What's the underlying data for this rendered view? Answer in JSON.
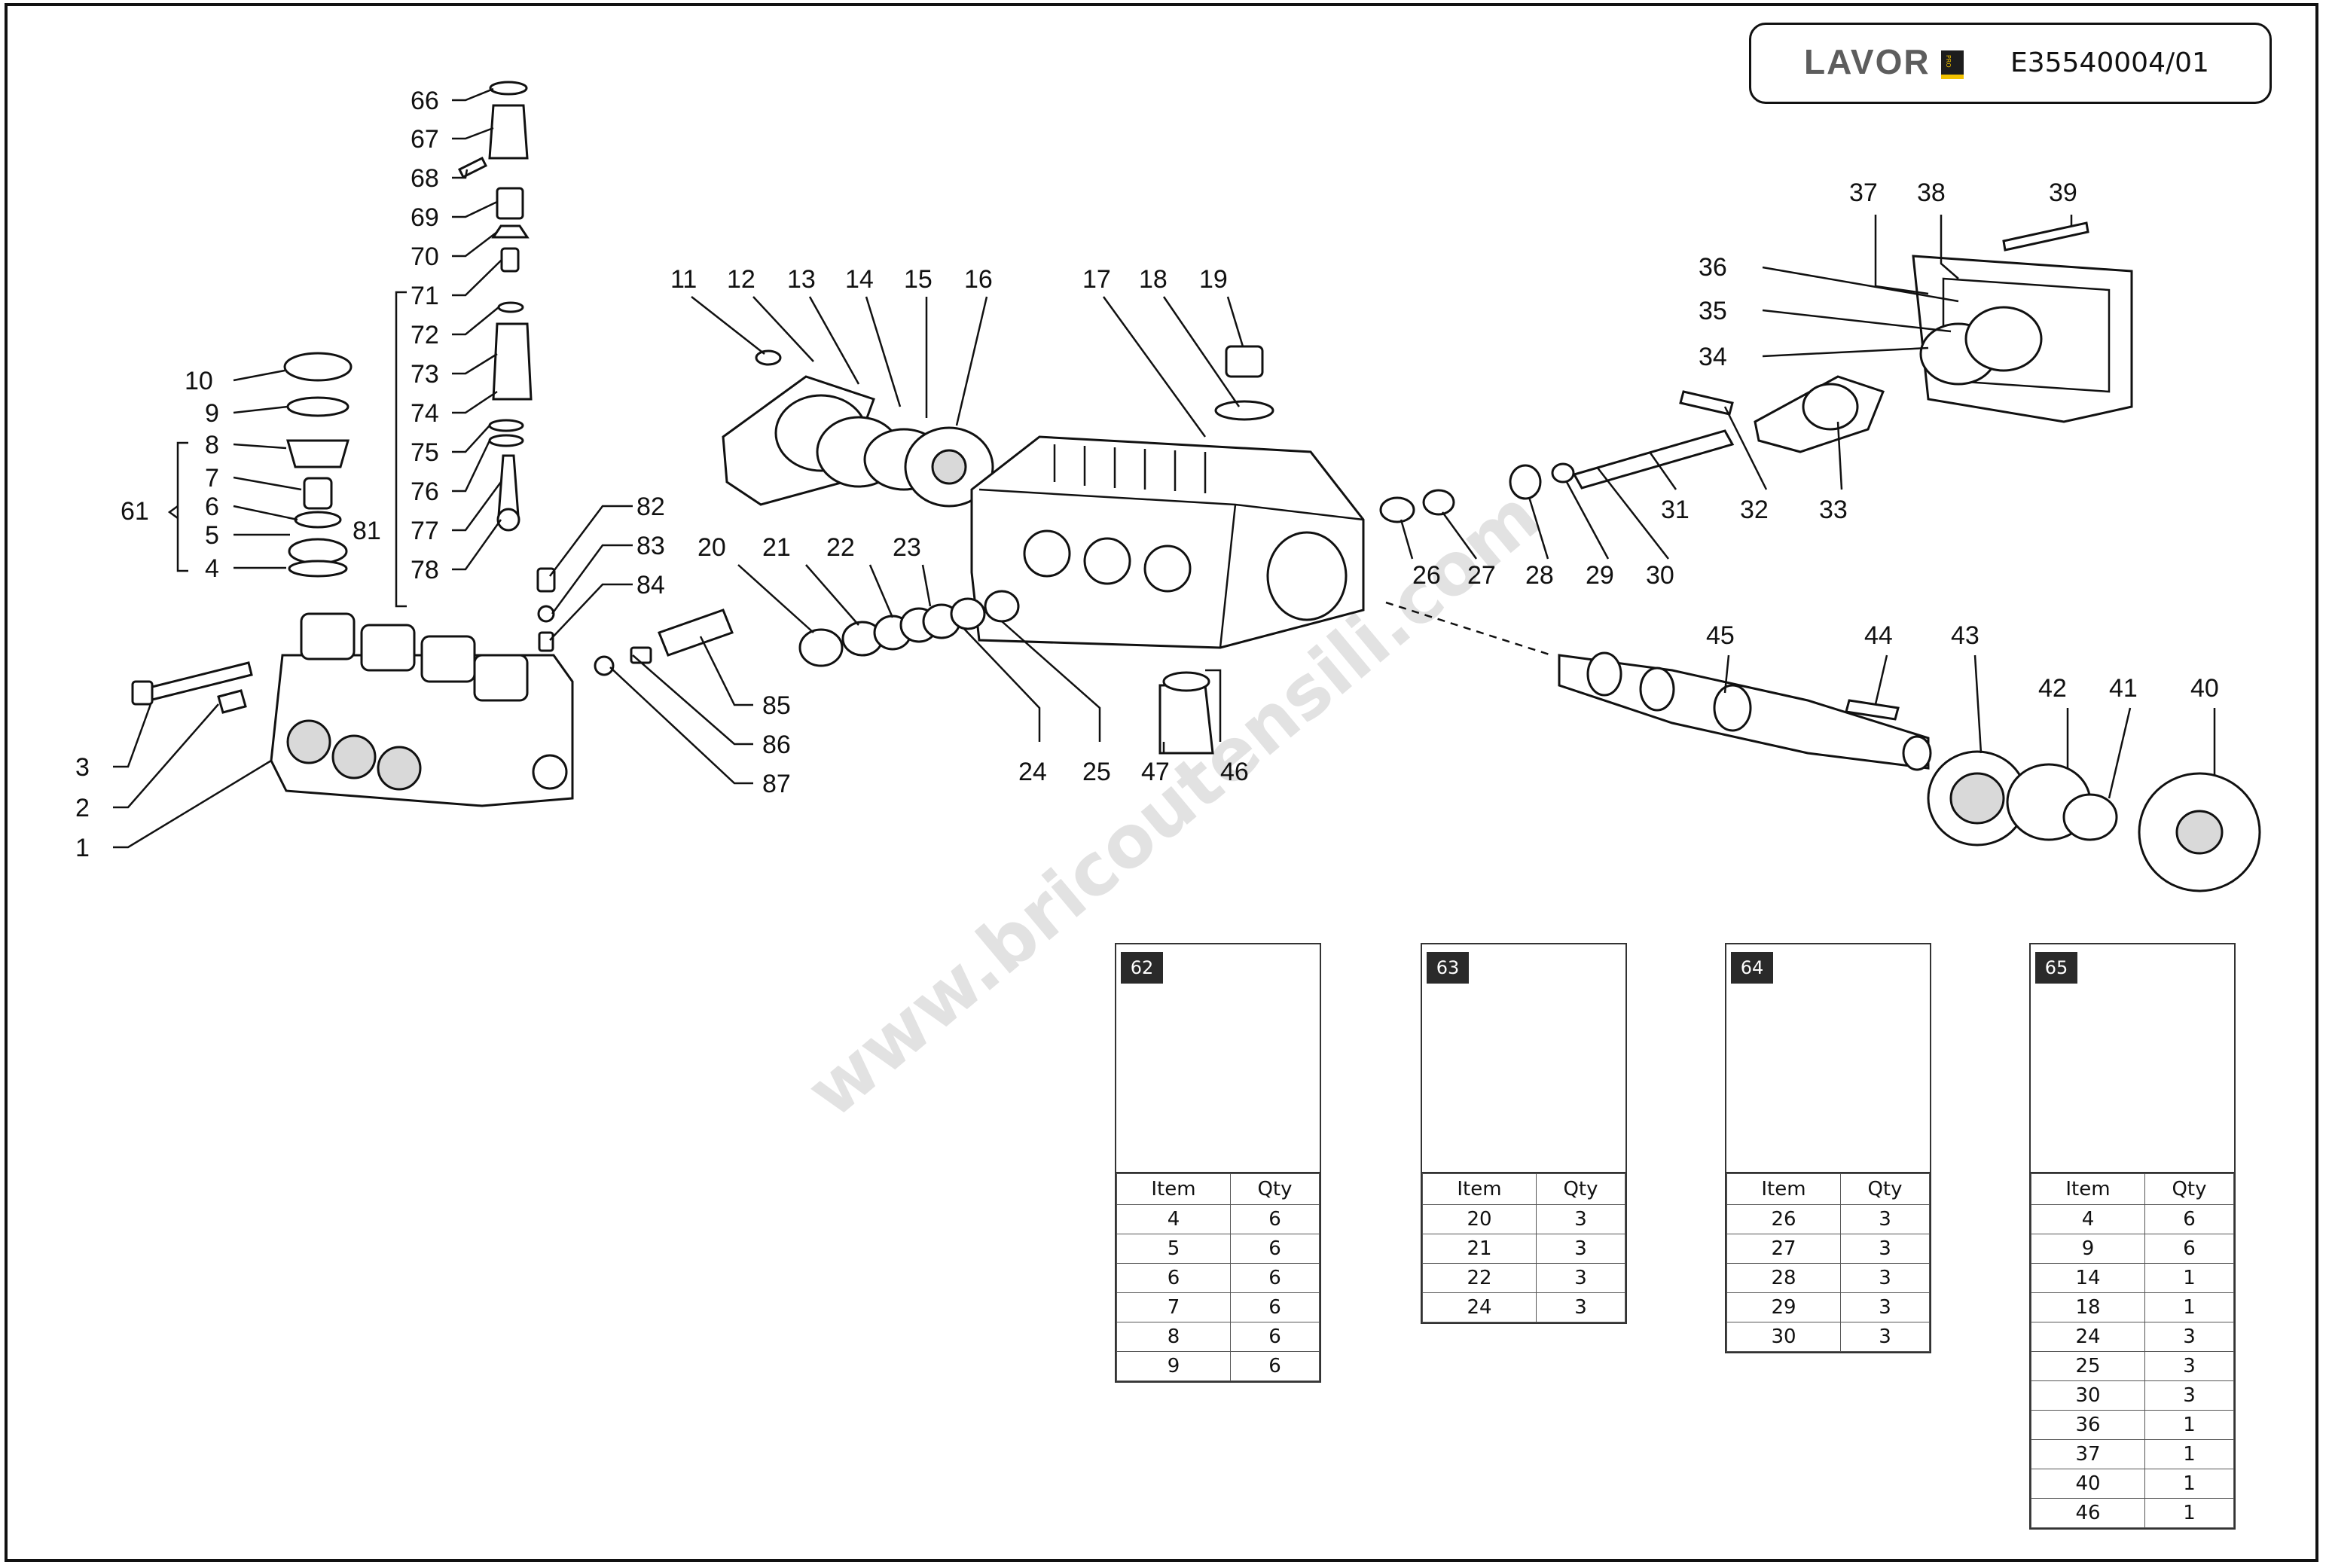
{
  "header": {
    "brand": "LAVOR",
    "brand_badge": "PRO",
    "doc_code": "E35540004/01"
  },
  "watermark": "www.bricoutensili.com",
  "callouts": [
    "1",
    "2",
    "3",
    "4",
    "5",
    "6",
    "7",
    "8",
    "9",
    "10",
    "11",
    "12",
    "13",
    "14",
    "15",
    "16",
    "17",
    "18",
    "19",
    "20",
    "21",
    "22",
    "23",
    "24",
    "25",
    "26",
    "27",
    "28",
    "29",
    "30",
    "31",
    "32",
    "33",
    "34",
    "35",
    "36",
    "37",
    "38",
    "39",
    "40",
    "41",
    "42",
    "43",
    "44",
    "45",
    "46",
    "47",
    "61",
    "66",
    "67",
    "68",
    "69",
    "70",
    "71",
    "72",
    "73",
    "74",
    "75",
    "76",
    "77",
    "78",
    "81",
    "82",
    "83",
    "84",
    "85",
    "86",
    "87"
  ],
  "kits": [
    {
      "id": "62",
      "headers": [
        "Item",
        "Qty"
      ],
      "rows": [
        [
          "4",
          "6"
        ],
        [
          "5",
          "6"
        ],
        [
          "6",
          "6"
        ],
        [
          "7",
          "6"
        ],
        [
          "8",
          "6"
        ],
        [
          "9",
          "6"
        ]
      ]
    },
    {
      "id": "63",
      "headers": [
        "Item",
        "Qty"
      ],
      "rows": [
        [
          "20",
          "3"
        ],
        [
          "21",
          "3"
        ],
        [
          "22",
          "3"
        ],
        [
          "24",
          "3"
        ]
      ]
    },
    {
      "id": "64",
      "headers": [
        "Item",
        "Qty"
      ],
      "rows": [
        [
          "26",
          "3"
        ],
        [
          "27",
          "3"
        ],
        [
          "28",
          "3"
        ],
        [
          "29",
          "3"
        ],
        [
          "30",
          "3"
        ]
      ]
    },
    {
      "id": "65",
      "headers": [
        "Item",
        "Qty"
      ],
      "rows": [
        [
          "4",
          "6"
        ],
        [
          "9",
          "6"
        ],
        [
          "14",
          "1"
        ],
        [
          "18",
          "1"
        ],
        [
          "24",
          "3"
        ],
        [
          "25",
          "3"
        ],
        [
          "30",
          "3"
        ],
        [
          "36",
          "1"
        ],
        [
          "37",
          "1"
        ],
        [
          "40",
          "1"
        ],
        [
          "46",
          "1"
        ]
      ]
    }
  ]
}
